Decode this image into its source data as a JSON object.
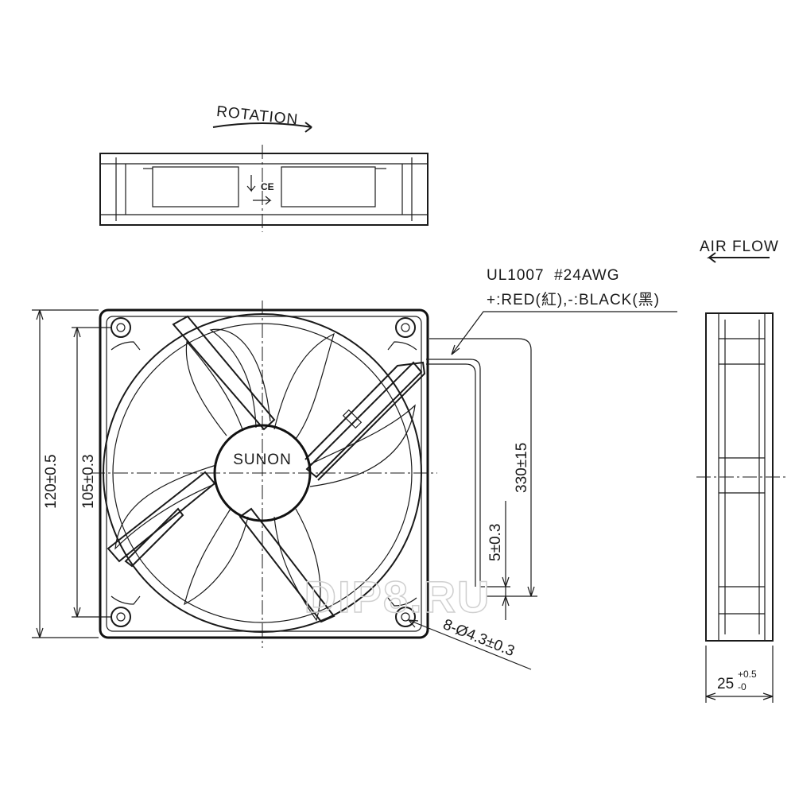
{
  "labels": {
    "rotation": "ROTATION",
    "air_flow": "AIR FLOW",
    "wire_spec": "UL1007  #24AWG",
    "wire_colors": "+:RED(紅),-:BLACK(黑)",
    "brand": "SUNON",
    "watermark": "DIP8.RU"
  },
  "dimensions": {
    "overall": "120±0.5",
    "hole_pitch": "105±0.3",
    "lead_length": "330±15",
    "strip_length": "5±0.3",
    "holes": "8-Ø4.3±0.3",
    "depth_base": "25",
    "depth_tol_upper": "+0.5",
    "depth_tol_lower": "-0"
  },
  "colors": {
    "line": "#1a1a1a",
    "background": "#ffffff",
    "watermark": "#cfcfcf"
  }
}
